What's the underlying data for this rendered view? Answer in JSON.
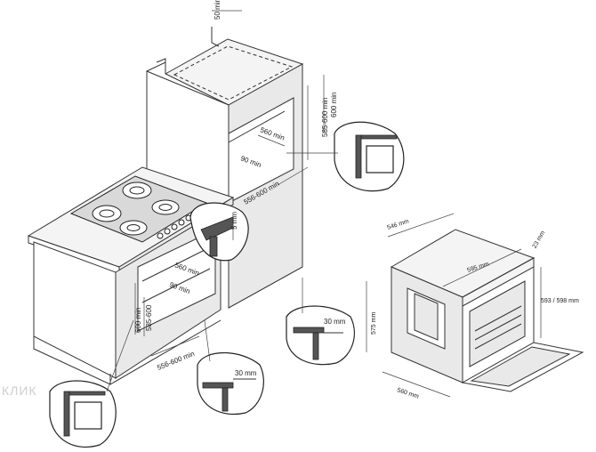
{
  "labels": {
    "gap_top": "50 min",
    "upper_height_range": "585-600 min",
    "upper_height": "600 min",
    "upper_width": "560 min",
    "upper_depth": "90 min",
    "upper_niche_depth": "556-600 min",
    "hob_clearance": "5 mm",
    "lower_width": "560 min",
    "lower_depth": "90 min",
    "lower_height": "600 min",
    "lower_height_range": "585-600",
    "lower_niche_depth": "556-600 min",
    "shelf_right": "30 mm",
    "shelf_bottom": "30 mm",
    "oven_depth": "546 mm",
    "oven_width": "595 mm",
    "oven_top_offset": "23 mm",
    "oven_height": "593 / 598 mm",
    "oven_body_height": "575 mm",
    "oven_body_width": "560 mm"
  },
  "watermark": "КЛИК",
  "colors": {
    "line": "#333333",
    "surface": "#f4f4f4",
    "shade": "#e9e9e9"
  }
}
